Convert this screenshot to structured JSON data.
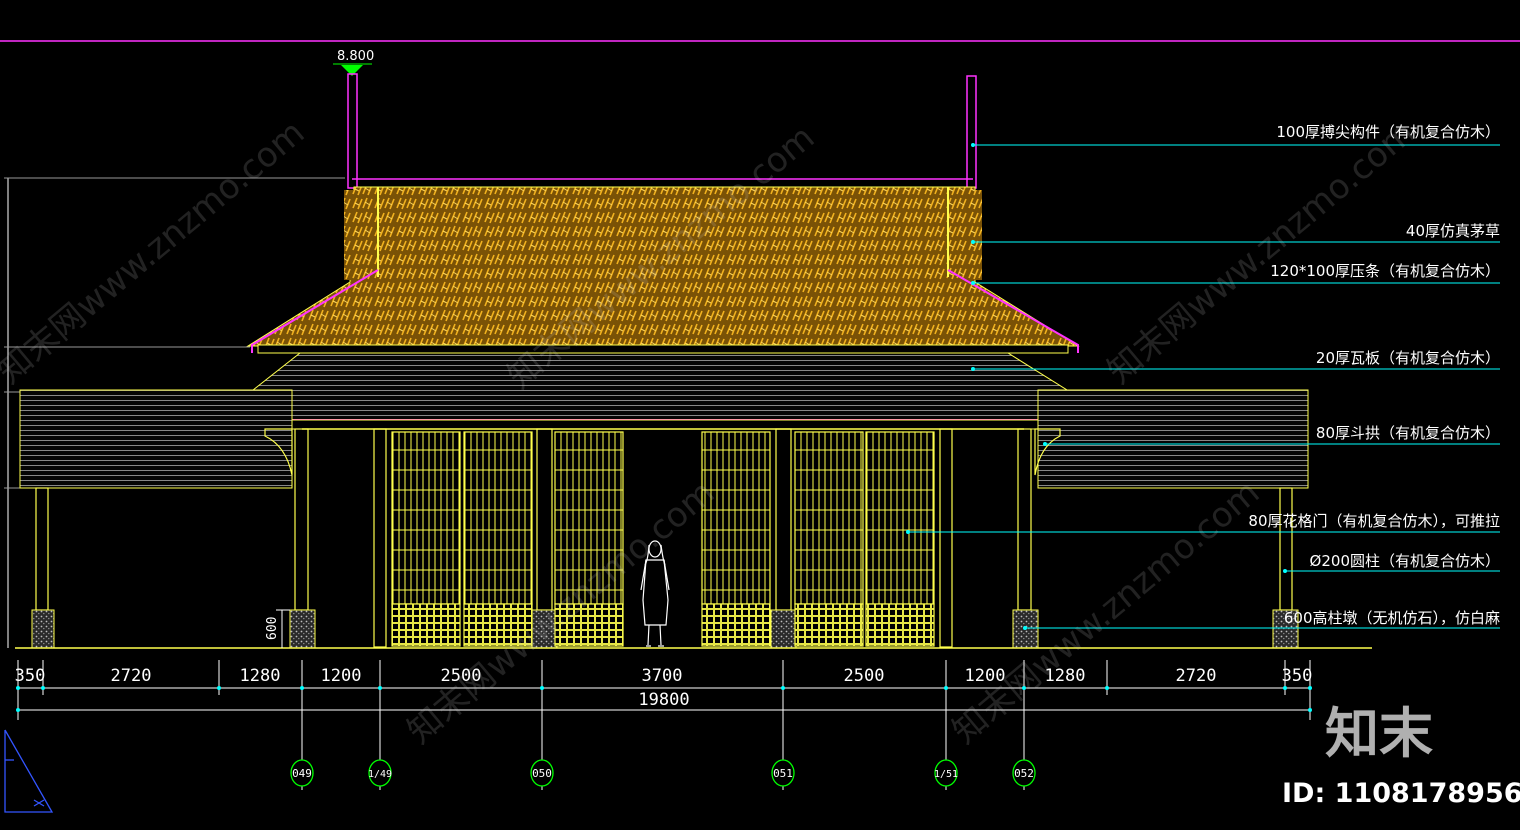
{
  "elevation": {
    "level": "8.800"
  },
  "annotations": [
    "100厚搏尖构件（有机复合仿木）",
    "40厚仿真茅草",
    "120*100厚压条（有机复合仿木）",
    "20厚瓦板（有机复合仿木）",
    "80厚斗拱（有机复合仿木）",
    "80厚花格门（有机复合仿木），可推拉",
    "Ø200圆柱（有机复合仿木）",
    "600高柱墩（无机仿石），仿白麻"
  ],
  "plinth_height": "600",
  "dimensions": {
    "segments": [
      "350",
      "2720",
      "1280",
      "1200",
      "2500",
      "3700",
      "2500",
      "1200",
      "1280",
      "2720",
      "350"
    ],
    "total": "19800"
  },
  "grid_axes": [
    "049",
    "1/49",
    "050",
    "051",
    "1/51",
    "052"
  ],
  "watermark": {
    "text": "知末网www.znzmo.com",
    "brand": "知末",
    "id": "ID: 1108178956"
  },
  "colors": {
    "background": "#000000",
    "thatch": "#d89a16",
    "outline": "#ffff4d",
    "magenta": "#ff33ff",
    "leader": "#00ffff",
    "level_marker": "#00ff00",
    "plinth": "#8a8a8a"
  }
}
